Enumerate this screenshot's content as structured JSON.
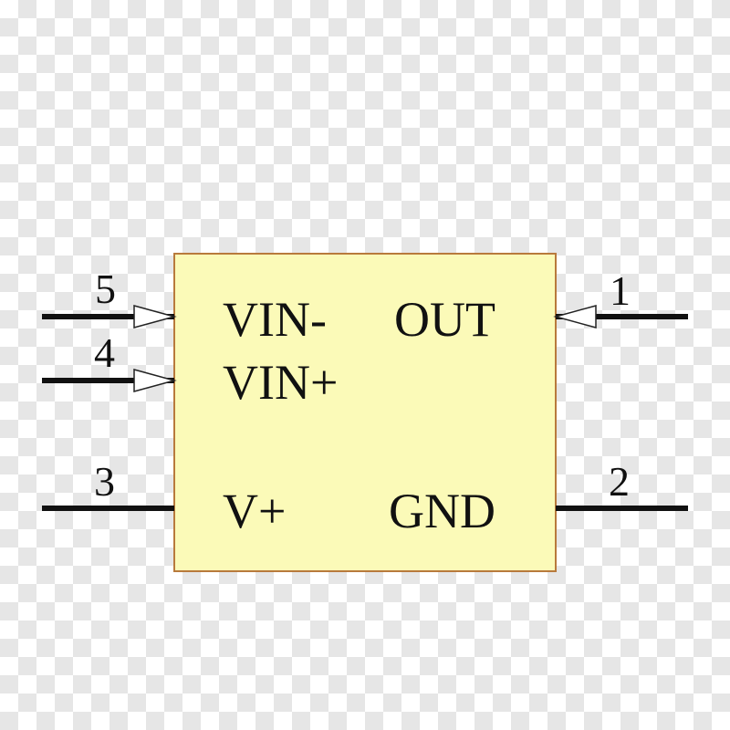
{
  "component": {
    "body_fill": "#fbfab8",
    "body_stroke": "#b87a3c",
    "wire_color": "#111111",
    "arrow_fill": "#ffffff",
    "arrow_stroke": "#222222"
  },
  "pins": {
    "p5": {
      "number": "5",
      "label": "VIN-"
    },
    "p4": {
      "number": "4",
      "label": "VIN+"
    },
    "p3": {
      "number": "3",
      "label": "V+"
    },
    "p1": {
      "number": "1",
      "label": "OUT"
    },
    "p2": {
      "number": "2",
      "label": "GND"
    }
  }
}
